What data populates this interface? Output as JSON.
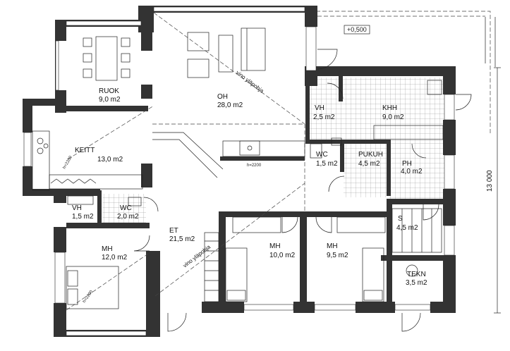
{
  "rooms": [
    {
      "id": "ruok",
      "name": "RUOK",
      "area": "9,0 m2"
    },
    {
      "id": "oh",
      "name": "OH",
      "area": "28,0 m2"
    },
    {
      "id": "keitt",
      "name": "KEITT",
      "area": "13,0 m2"
    },
    {
      "id": "vh-top",
      "name": "VH",
      "area": "2,5 m2"
    },
    {
      "id": "khh",
      "name": "KHH",
      "area": "9,0 m2"
    },
    {
      "id": "wc-mid",
      "name": "WC",
      "area": "1,5 m2"
    },
    {
      "id": "pukuh",
      "name": "PUKUH",
      "area": "4,5 m2"
    },
    {
      "id": "ph",
      "name": "PH",
      "area": "4,0 m2"
    },
    {
      "id": "vh-left",
      "name": "VH",
      "area": "1,5 m2"
    },
    {
      "id": "wc-left",
      "name": "WC",
      "area": "2,0 m2"
    },
    {
      "id": "et",
      "name": "ET",
      "area": "21,5 m2"
    },
    {
      "id": "mh-left",
      "name": "MH",
      "area": "12,0 m2"
    },
    {
      "id": "mh-mid",
      "name": "MH",
      "area": "10,0 m2"
    },
    {
      "id": "mh-right",
      "name": "MH",
      "area": "9,5 m2"
    },
    {
      "id": "s",
      "name": "S",
      "area": "4,5 m2"
    },
    {
      "id": "tekn",
      "name": "TEKN",
      "area": "3,5 m2"
    }
  ],
  "annotations": {
    "level": "+0,500",
    "dimension": "13 000",
    "slope_upper": "vino yläpohja",
    "slope_lower": "vino yläpohja",
    "height_counter": "h=2200",
    "height_keitt": "h=2200",
    "height_bed": "h=2200"
  },
  "colors": {
    "wall": "#333333",
    "line": "#222222",
    "background": "#ffffff"
  }
}
